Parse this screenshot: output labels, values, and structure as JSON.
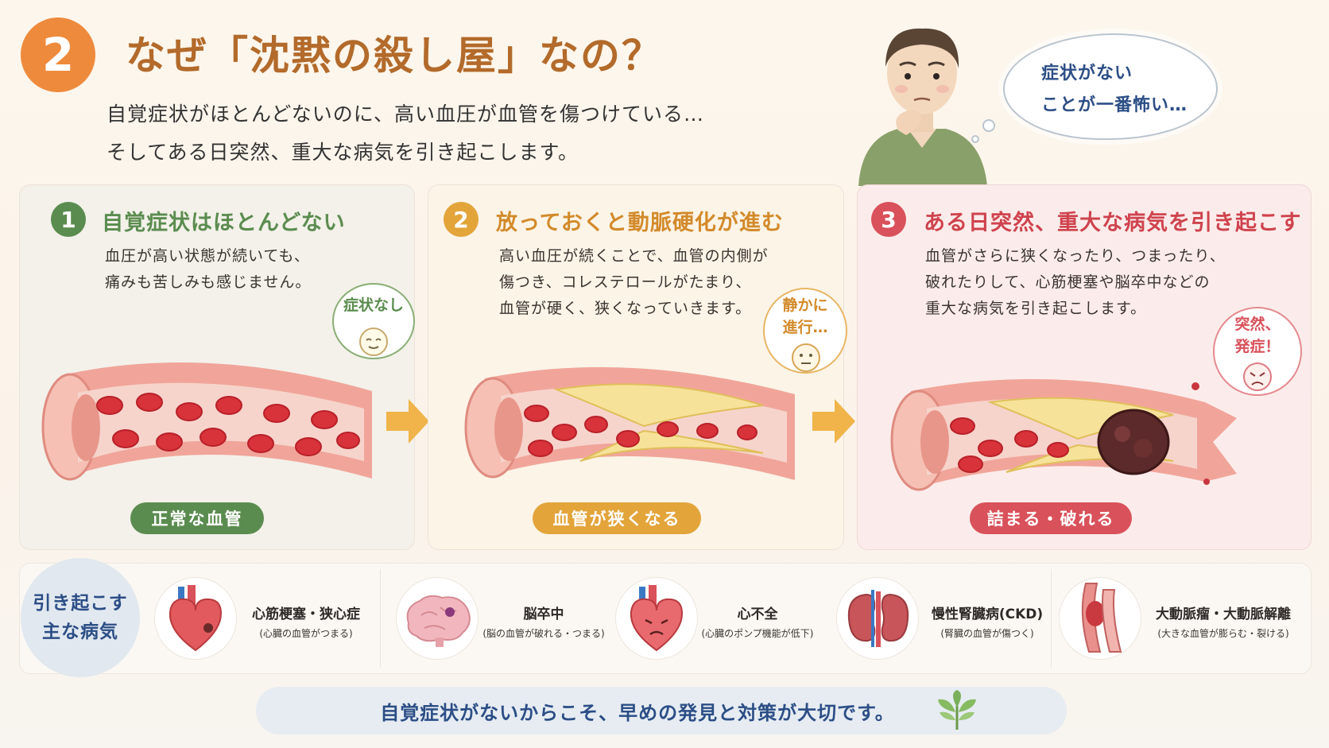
{
  "header": {
    "badge": "2",
    "title": "なぜ「沈黙の殺し屋」なの？",
    "lead_line1": "自覚症状がほとんどないのに、高い血圧が血管を傷つけている…",
    "lead_line2": "そしてある日突然、重大な病気を引き起こします。"
  },
  "thought_bubble": {
    "line1": "症状がない",
    "line2": "ことが一番怖い…"
  },
  "steps": [
    {
      "number": "1",
      "title": "自覚症状はほとんどない",
      "desc_line1": "血圧が高い状態が続いても、",
      "desc_line2": "痛みも苦しみも感じません。",
      "desc_line3": "",
      "bubble_line1": "症状なし",
      "bubble_line2": "",
      "label": "正常な血管",
      "color": "#5b8c4f"
    },
    {
      "number": "2",
      "title": "放っておくと動脈硬化が進む",
      "desc_line1": "高い血圧が続くことで、血管の内側が",
      "desc_line2": "傷つき、コレステロールがたまり、",
      "desc_line3": "血管が硬く、狭くなっていきます。",
      "bubble_line1": "静かに",
      "bubble_line2": "進行…",
      "label": "血管が狭くなる",
      "color": "#e3a43a"
    },
    {
      "number": "3",
      "title": "ある日突然、重大な病気を引き起こす",
      "desc_line1": "血管がさらに狭くなったり、つまったり、",
      "desc_line2": "破れたりして、心筋梗塞や脳卒中などの",
      "desc_line3": "重大な病気を引き起こします。",
      "bubble_line1": "突然、",
      "bubble_line2": "発症！",
      "label": "詰まる・破れる",
      "color": "#d9515a"
    }
  ],
  "diseases": {
    "label_line1": "引き起こす",
    "label_line2": "主な病気",
    "items": [
      {
        "name": "心筋梗塞・狭心症",
        "sub": "(心臓の血管がつまる)",
        "icon": "heart-icon"
      },
      {
        "name": "脳卒中",
        "sub": "(脳の血管が破れる・つまる)",
        "icon": "brain-icon"
      },
      {
        "name": "心不全",
        "sub": "(心臓のポンプ機能が低下)",
        "icon": "tired-heart-icon"
      },
      {
        "name": "慢性腎臓病(CKD)",
        "sub": "(腎臓の血管が傷つく)",
        "icon": "kidney-icon"
      },
      {
        "name": "大動脈瘤・大動脈解離",
        "sub": "(大きな血管が膨らむ・裂ける)",
        "icon": "aorta-icon"
      }
    ]
  },
  "footer": {
    "text": "自覚症状がないからこそ、早めの発見と対策が大切です。"
  },
  "colors": {
    "orange": "#ee8a3c",
    "green": "#5b8c4f",
    "amber": "#e3a43a",
    "red": "#d9515a",
    "navy": "#2c4e86"
  }
}
